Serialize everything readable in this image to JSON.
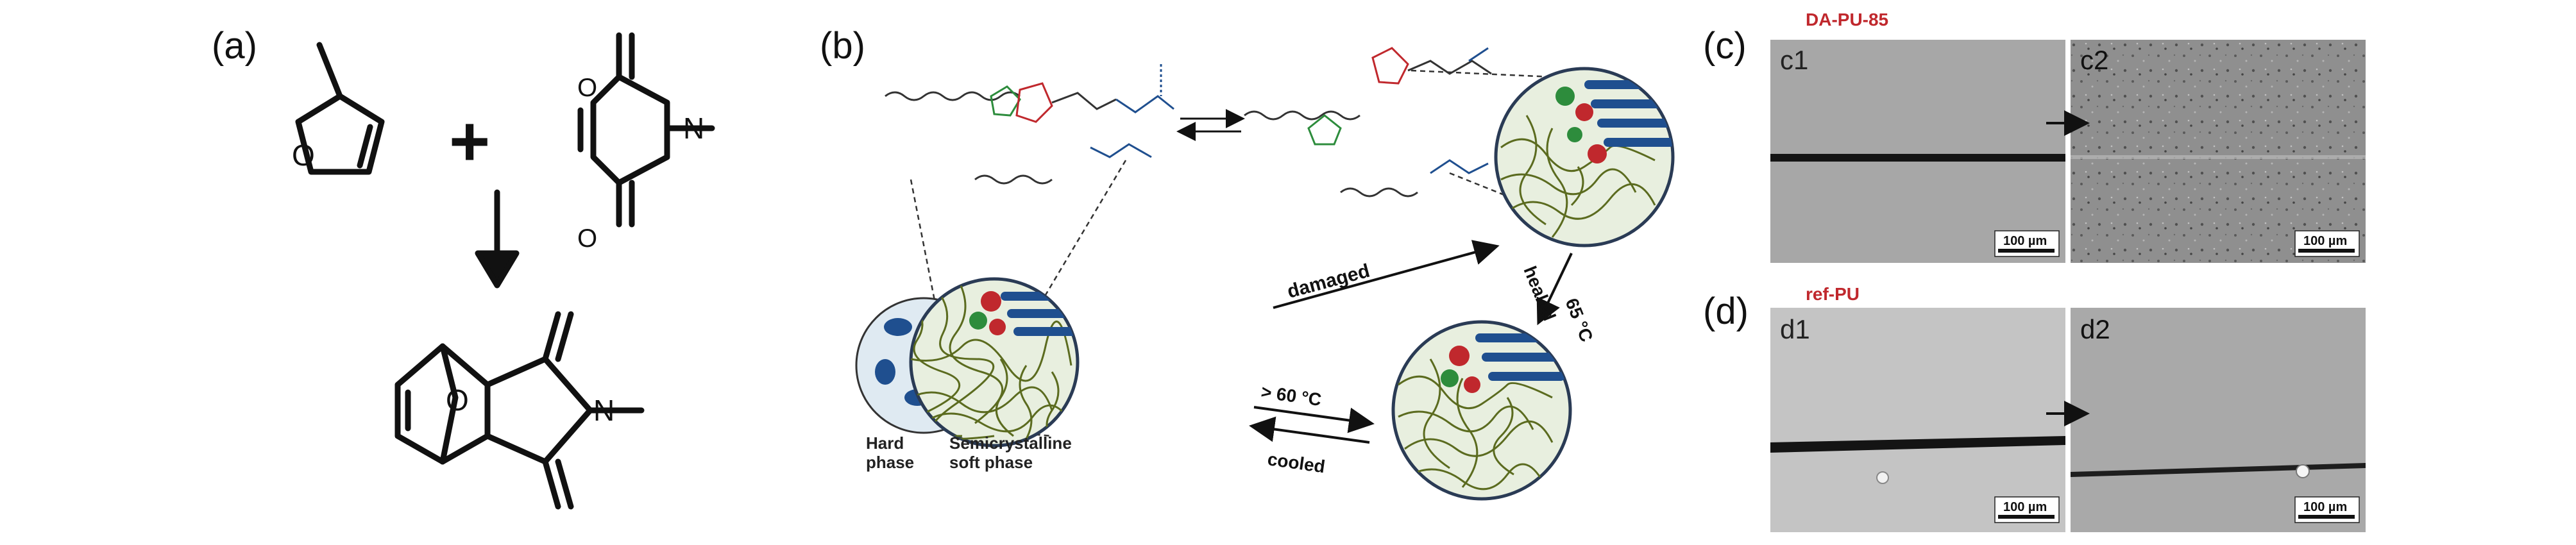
{
  "panels": {
    "a": {
      "label": "(a)",
      "plus": "+",
      "oxygen": "O",
      "nitrogen": "N"
    },
    "b": {
      "label": "(b)",
      "arrows": {
        "damaged": "damaged",
        "healed": "healed",
        "heal_temp": "65 °C",
        "heat": "> 60 °C",
        "cooled": "cooled"
      },
      "phases": {
        "hard_line1": "Hard",
        "hard_line2": "phase",
        "soft_line1": "Semicrystalline",
        "soft_line2": "soft phase"
      }
    },
    "c": {
      "label": "(c)",
      "title": "DA-PU-85",
      "img1": "c1",
      "img2": "c2",
      "scale1": "100 µm",
      "scale2": "100 µm"
    },
    "d": {
      "label": "(d)",
      "title": "ref-PU",
      "img1": "d1",
      "img2": "d2",
      "scale1": "100 µm",
      "scale2": "100 µm"
    }
  },
  "colors": {
    "title_red": "#c0282d",
    "bead_blue": "#1f4f8f",
    "chain_green": "#6e7a2c",
    "circle_fill": "#dfeaf2"
  }
}
